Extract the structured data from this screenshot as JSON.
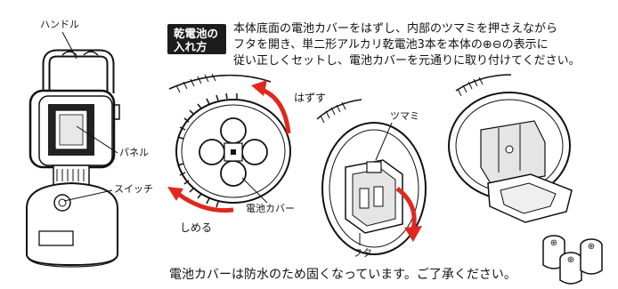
{
  "labels": {
    "handle": "ハンドル",
    "panel": "パネル",
    "switch": "スイッチ",
    "remove": "はずす",
    "close": "しめる",
    "battery_cover": "電池カバー",
    "knob": "ツマミ",
    "lid": "フタ"
  },
  "heading": {
    "line1": "乾電池の",
    "line2": "入れ方"
  },
  "instructions": [
    "本体底面の電池カバーをはずし、内部のツマミを押さえながら",
    "フタを開き、単二形アルカリ乾電池3本を本体の⊕⊖の表示に",
    "従い正しくセットし、電池カバーを元通りに取り付けてください。"
  ],
  "footer_note": "電池カバーは防水のため固くなっています。ご了承ください。",
  "accent_color": "#e0281e"
}
